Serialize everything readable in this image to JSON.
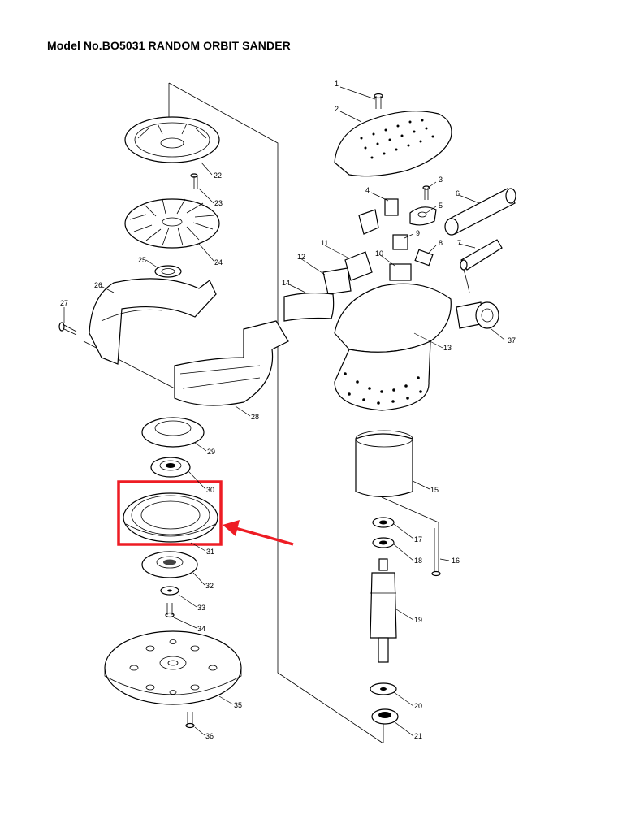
{
  "title": "Model No.BO5031 RANDOM ORBIT SANDER",
  "highlight_color": "#ee1c24",
  "parts": [
    {
      "id": "p1",
      "label": "1"
    },
    {
      "id": "p2",
      "label": "2"
    },
    {
      "id": "p3",
      "label": "3"
    },
    {
      "id": "p4",
      "label": "4"
    },
    {
      "id": "p5",
      "label": "5"
    },
    {
      "id": "p6",
      "label": "6"
    },
    {
      "id": "p7",
      "label": "7"
    },
    {
      "id": "p8",
      "label": "8"
    },
    {
      "id": "p9",
      "label": "9"
    },
    {
      "id": "p10",
      "label": "10"
    },
    {
      "id": "p11",
      "label": "11"
    },
    {
      "id": "p12",
      "label": "12"
    },
    {
      "id": "p13",
      "label": "13"
    },
    {
      "id": "p14",
      "label": "14"
    },
    {
      "id": "p15",
      "label": "15"
    },
    {
      "id": "p16",
      "label": "16"
    },
    {
      "id": "p17",
      "label": "17"
    },
    {
      "id": "p18",
      "label": "18"
    },
    {
      "id": "p19",
      "label": "19"
    },
    {
      "id": "p20",
      "label": "20"
    },
    {
      "id": "p21",
      "label": "21"
    },
    {
      "id": "p22",
      "label": "22"
    },
    {
      "id": "p23",
      "label": "23"
    },
    {
      "id": "p24",
      "label": "24"
    },
    {
      "id": "p25",
      "label": "25"
    },
    {
      "id": "p26",
      "label": "26"
    },
    {
      "id": "p27",
      "label": "27"
    },
    {
      "id": "p28",
      "label": "28"
    },
    {
      "id": "p29",
      "label": "29"
    },
    {
      "id": "p30",
      "label": "30"
    },
    {
      "id": "p31",
      "label": "31"
    },
    {
      "id": "p32",
      "label": "32"
    },
    {
      "id": "p33",
      "label": "33"
    },
    {
      "id": "p34",
      "label": "34"
    },
    {
      "id": "p35",
      "label": "35"
    },
    {
      "id": "p36",
      "label": "36"
    },
    {
      "id": "p37",
      "label": "37"
    }
  ]
}
